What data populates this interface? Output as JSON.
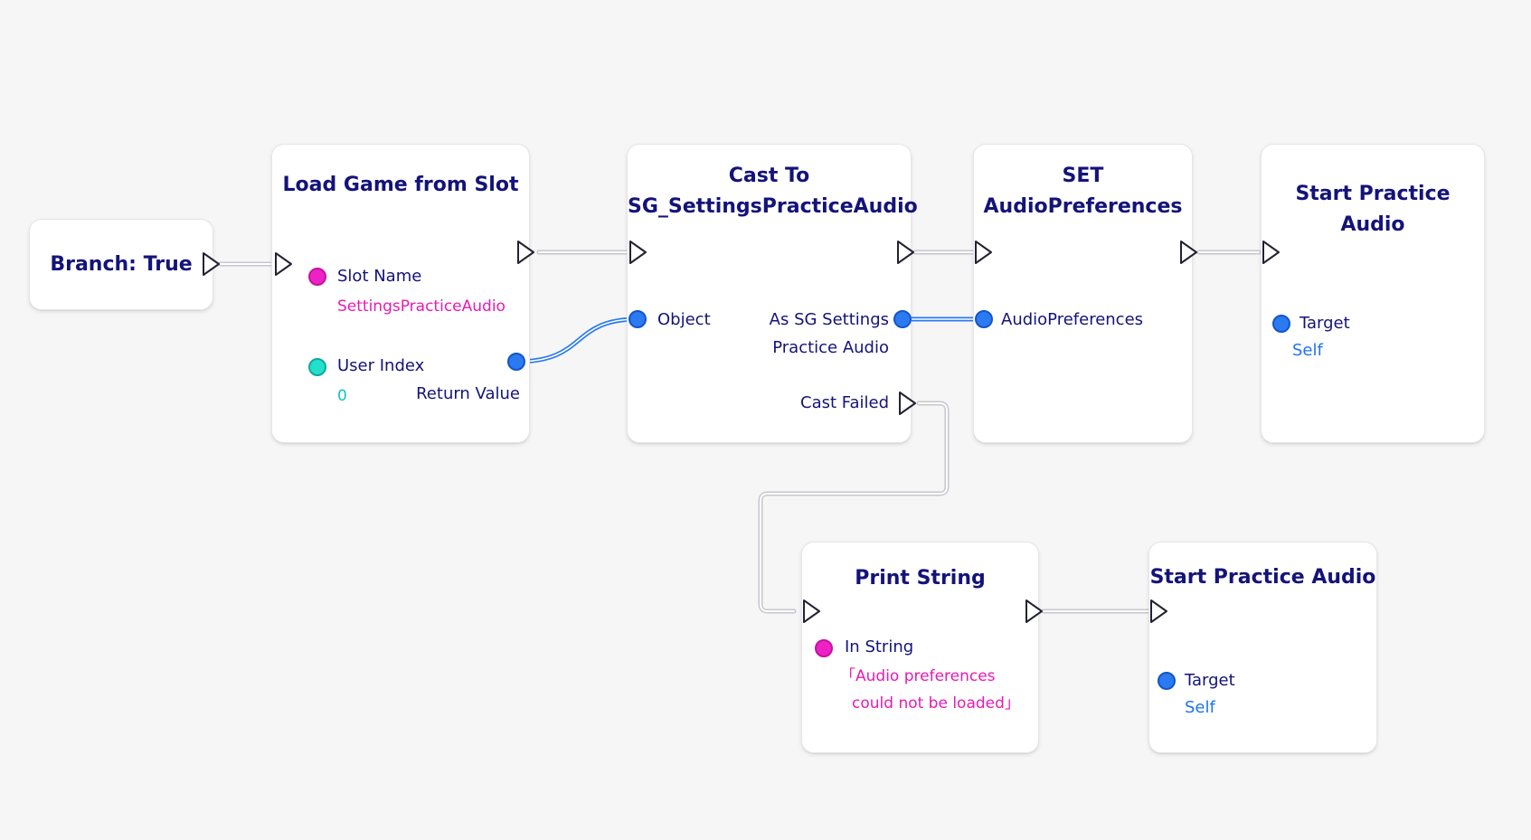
{
  "nodes": {
    "branch": {
      "title": "Branch:  True"
    },
    "load_game": {
      "title": "Load Game from Slot",
      "slot_name_label": "Slot Name",
      "slot_name_value": "SettingsPracticeAudio",
      "user_index_label": "User Index",
      "user_index_value": "0",
      "return_value_label": "Return Value"
    },
    "cast_to": {
      "title_line1": "Cast To",
      "title_line2": "SG_SettingsPracticeAudio",
      "object_label": "Object",
      "as_label_line1": "As SG Settings",
      "as_label_line2": "Practice Audio",
      "cast_failed_label": "Cast Failed"
    },
    "set_audio": {
      "title_line1": "SET",
      "title_line2": "AudioPreferences",
      "audio_prefs_label": "AudioPreferences"
    },
    "start_audio_top": {
      "title": "Start Practice Audio",
      "target_label": "Target",
      "target_value": "Self"
    },
    "print_string": {
      "title": "Print String",
      "in_string_label": "In String",
      "in_string_line1": "「Audio preferences",
      "in_string_line2": "could not be loaded」"
    },
    "start_audio_bottom": {
      "title": "Start Practice Audio",
      "target_label": "Target",
      "target_value": "Self"
    }
  },
  "colors": {
    "title": "#14137a",
    "string_pin": "#ee22c4",
    "int_pin": "#22e0cc",
    "object_pin": "#2b7af2",
    "exec_wire": "#c9c9cf",
    "data_wire": "#2b7af2"
  }
}
